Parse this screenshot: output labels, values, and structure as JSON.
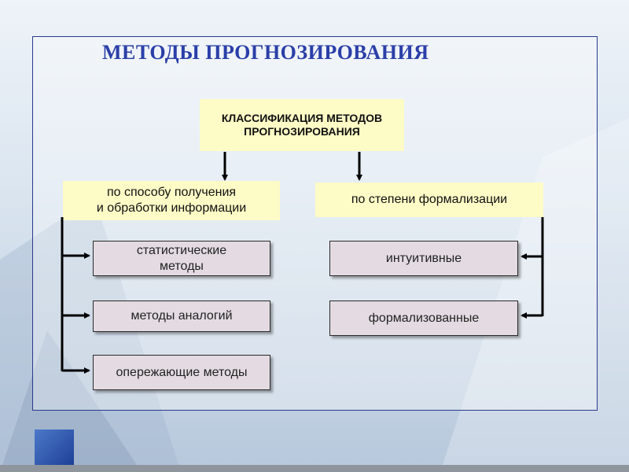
{
  "title": "МЕТОДЫ ПРОГНОЗИРОВАНИЯ",
  "root": {
    "line1": "КЛАССИФИКАЦИЯ МЕТОДОВ",
    "line2": "ПРОГНОЗИРОВАНИЯ"
  },
  "left_category": {
    "line1": "по способу получения",
    "line2": "и обработки информации"
  },
  "right_category": {
    "label": "по степени формализации"
  },
  "left_items": [
    {
      "line1": "статистические",
      "line2": "методы"
    },
    {
      "line1": "методы аналогий",
      "line2": ""
    },
    {
      "line1": "опережающие методы",
      "line2": ""
    }
  ],
  "right_items": [
    {
      "label": "интуитивные"
    },
    {
      "label": "формализованные"
    }
  ],
  "colors": {
    "title": "#2b3fa8",
    "frame_border": "#2a3a8c",
    "category_fill": "#fdfbc6",
    "method_fill": "#e3dbe1",
    "connector": "#000000"
  }
}
